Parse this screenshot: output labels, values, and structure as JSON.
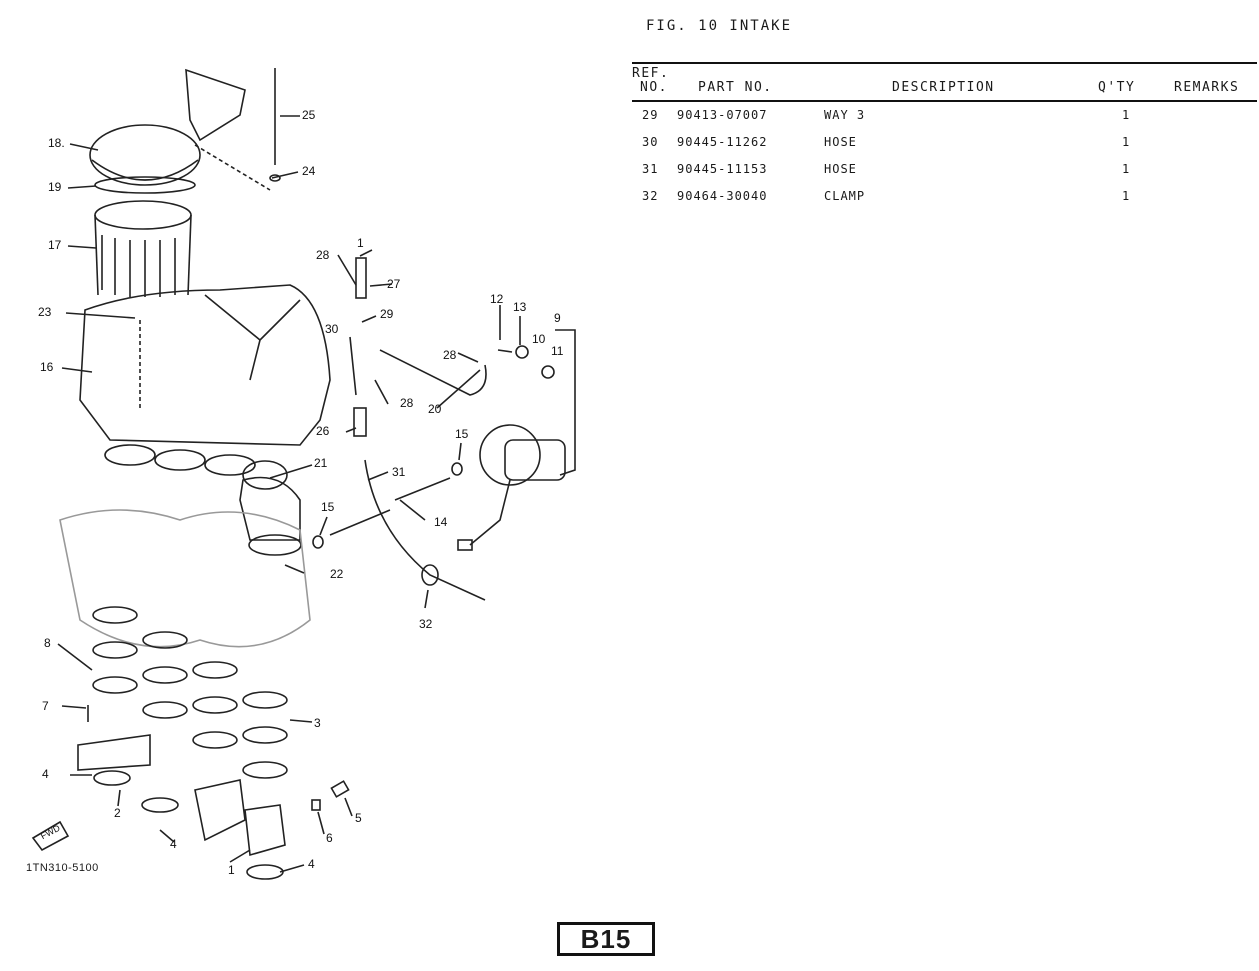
{
  "figure": {
    "title": "FIG. 10  INTAKE"
  },
  "table": {
    "headers": {
      "ref_line1": "REF.",
      "ref_line2": "NO.",
      "part_no": "PART NO.",
      "description": "DESCRIPTION",
      "qty": "Q'TY",
      "remarks": "REMARKS"
    },
    "rows": [
      {
        "ref": "29",
        "part_no": "90413-07007",
        "description": "WAY 3",
        "qty": "1",
        "remarks": ""
      },
      {
        "ref": "30",
        "part_no": "90445-11262",
        "description": "HOSE",
        "qty": "1",
        "remarks": ""
      },
      {
        "ref": "31",
        "part_no": "90445-11153",
        "description": "HOSE",
        "qty": "1",
        "remarks": ""
      },
      {
        "ref": "32",
        "part_no": "90464-30040",
        "description": "CLAMP",
        "qty": "1",
        "remarks": ""
      }
    ]
  },
  "diagram": {
    "callouts": {
      "c25": "25",
      "c24": "24",
      "c18": "18.",
      "c19": "19",
      "c17": "17",
      "c23": "23",
      "c16": "16",
      "c1": "1",
      "c28a": "28",
      "c27": "27",
      "c29": "29",
      "c30": "30",
      "c28b": "28",
      "c26": "26",
      "c21": "21",
      "c31": "31",
      "c15a": "15",
      "c22": "22",
      "c12": "12",
      "c13": "13",
      "c9": "9",
      "c10": "10",
      "c11": "11",
      "c28c": "28",
      "c20": "20",
      "c15b": "15",
      "c14": "14",
      "c32": "32",
      "c8": "8",
      "c7": "7",
      "c3": "3",
      "c4a": "4",
      "c2": "2",
      "c4b": "4",
      "c6": "6",
      "c5": "5",
      "c1b": "1",
      "c4c": "4"
    },
    "fwd_label": "FWD",
    "drawing_code": "1TN310-5100"
  },
  "page": {
    "number": "B15"
  }
}
